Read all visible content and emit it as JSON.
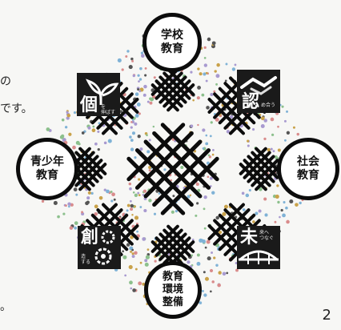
{
  "text_fragments": {
    "top": "の",
    "middle": "です。",
    "bottom": "。"
  },
  "page_number": "2",
  "nodes": {
    "school": "学校\n教育",
    "youth": "青少年\n教育",
    "society": "社会\n教育",
    "environment": "教育\n環境\n整備"
  },
  "tiles": {
    "individual": {
      "kanji": "個",
      "small": "を\n伸ばす"
    },
    "recognize": {
      "kanji": "認",
      "small": "め合う"
    },
    "create": {
      "kanji": "創",
      "small": "造\nする"
    },
    "future": {
      "kanji": "未",
      "small": "来へ\nつなぐ"
    }
  },
  "colors": {
    "ink": "#0c0c0c",
    "tile": "#1a1a1a",
    "dots": [
      "#c9a24a",
      "#7fb2d6",
      "#d98c8c",
      "#8cc08c",
      "#a89ad0",
      "#555555"
    ]
  }
}
